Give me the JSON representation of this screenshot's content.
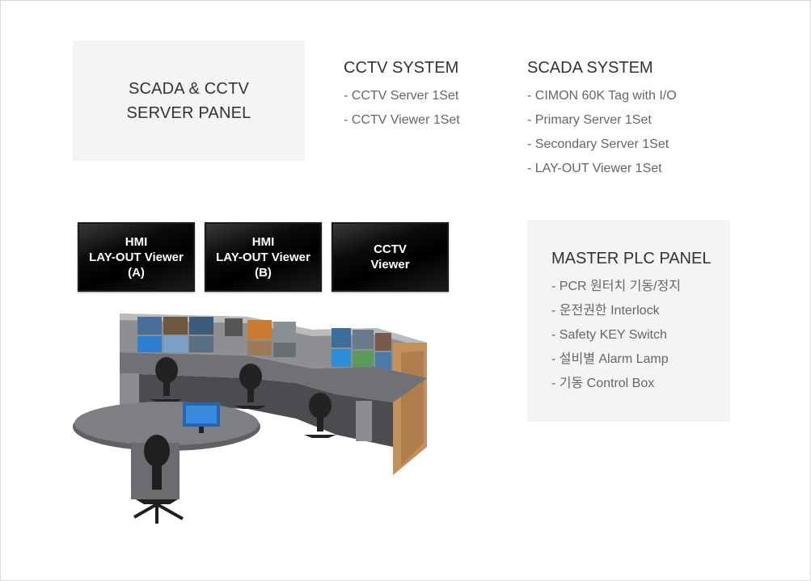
{
  "server_panel": {
    "line1": "SCADA & CCTV",
    "line2": "SERVER PANEL"
  },
  "cctv": {
    "title": "CCTV SYSTEM",
    "items": [
      "- CCTV Server 1Set",
      "- CCTV Viewer 1Set"
    ]
  },
  "scada": {
    "title": "SCADA SYSTEM",
    "items": [
      "- CIMON 60K Tag with I/O",
      "- Primary Server 1Set",
      "- Secondary Server 1Set",
      "- LAY-OUT Viewer 1Set"
    ]
  },
  "monitors": [
    {
      "line1": "HMI",
      "line2": "LAY-OUT Viewer",
      "line3": "(A)"
    },
    {
      "line1": "HMI",
      "line2": "LAY-OUT Viewer",
      "line3": "(B)"
    },
    {
      "line1": "CCTV",
      "line2": "Viewer"
    }
  ],
  "plc": {
    "title": "MASTER PLC PANEL",
    "items": [
      "- PCR 원터치 기동/정지",
      "- 운전권한 Interlock",
      "- Safety KEY Switch",
      "- 설비별 Alarm Lamp",
      "- 기동 Control Box"
    ]
  }
}
